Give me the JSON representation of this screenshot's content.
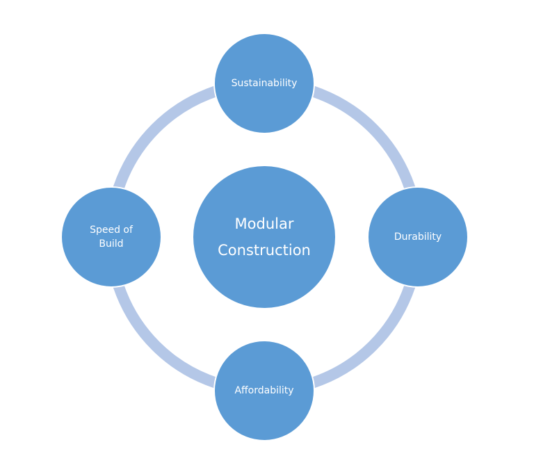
{
  "colors": {
    "node_fill": "#5b9bd5",
    "ring": "#b4c7e7",
    "text": "#ffffff"
  },
  "center": {
    "line1": "Modular",
    "line2": "Construction"
  },
  "nodes": {
    "top": "Sustainability",
    "right": "Durability",
    "bottom": "Affordability",
    "left_line1": "Speed of",
    "left_line2": "Build"
  }
}
